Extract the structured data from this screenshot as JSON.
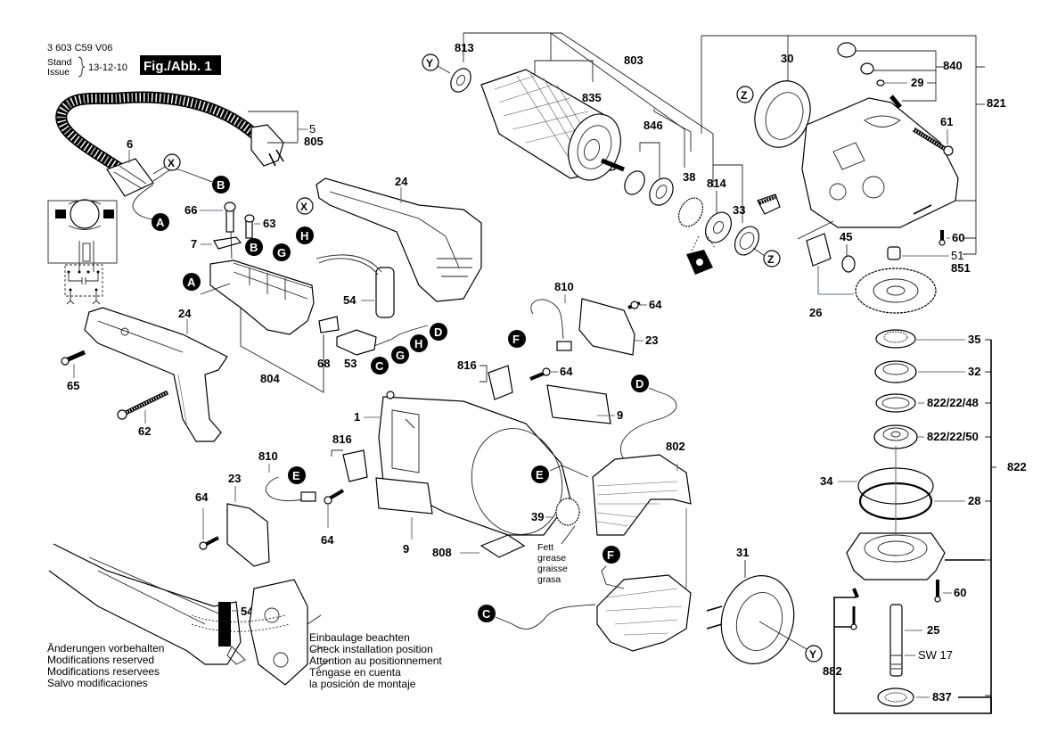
{
  "header": {
    "part_number": "3 603 C59 V06",
    "stand_label": "Stand",
    "issue_label": "Issue",
    "date": "13-12-10",
    "figure_label": "Fig./Abb. 1"
  },
  "notes": {
    "modifications": [
      "Änderungen vorbehalten",
      "Modifications reserved",
      "Modifications reservees",
      "Salvo modificaciones"
    ],
    "installation": [
      "Einbaulage beachten",
      "Check installation position",
      "Attention au positionnement",
      "Téngase en cuenta",
      "la posición de montaje"
    ],
    "grease": [
      "Fett",
      "grease",
      "graisse",
      "grasa"
    ]
  },
  "connectors": {
    "A": "A",
    "B": "B",
    "C": "C",
    "D": "D",
    "E": "E",
    "F": "F",
    "G": "G",
    "H": "H",
    "X": "X",
    "Y": "Y",
    "Z": "Z"
  },
  "parts": {
    "p1": "1",
    "p5": "5",
    "p6": "6",
    "p7": "7",
    "p9": "9",
    "p23": "23",
    "p24": "24",
    "p25": "25",
    "p26": "26",
    "p28": "28",
    "p29": "29",
    "p30": "30",
    "p31": "31",
    "p32": "32",
    "p33": "33",
    "p34": "34",
    "p35": "35",
    "p38": "38",
    "p39": "39",
    "p45": "45",
    "p51": "51",
    "p53": "53",
    "p54": "54",
    "p60": "60",
    "p61": "61",
    "p62": "62",
    "p63": "63",
    "p64": "64",
    "p65": "65",
    "p66": "66",
    "p68": "68",
    "p802": "802",
    "p803": "803",
    "p804": "804",
    "p805": "805",
    "p808": "808",
    "p810": "810",
    "p813": "813",
    "p814": "814",
    "p816": "816",
    "p821": "821",
    "p822": "822",
    "p822_22_48": "822/22/48",
    "p822_22_50": "822/22/50",
    "p835": "835",
    "p837": "837",
    "p840": "840",
    "p846": "846",
    "p851": "851",
    "p882": "882",
    "sw17": "SW 17"
  }
}
